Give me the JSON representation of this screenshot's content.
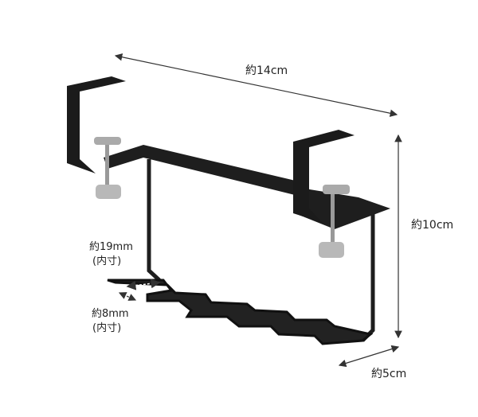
{
  "dimensions": {
    "width": "約14cm",
    "height": "約10cm",
    "depth": "約5cm",
    "inner_gap": "約19mm",
    "inner_gap_note": "(内寸)",
    "inner_width": "約8mm",
    "inner_width_note": "(内寸)"
  },
  "colors": {
    "product": "#1e1e1e",
    "arrow": "#333333",
    "screw": "#b8b8b8"
  }
}
